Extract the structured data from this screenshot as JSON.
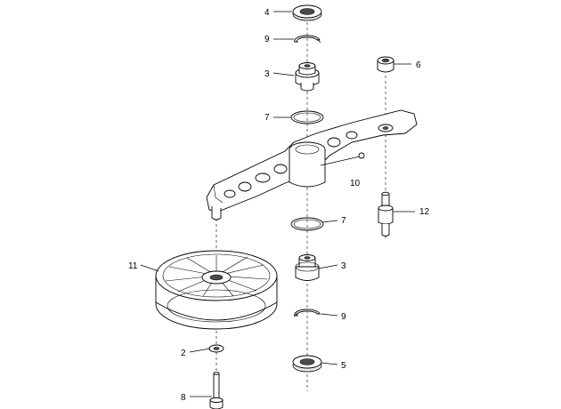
{
  "callouts": {
    "c4": "4",
    "c9_top": "9",
    "c3_top": "3",
    "c6": "6",
    "c7_top": "7",
    "c10": "10",
    "c12": "12",
    "c7_bottom": "7",
    "c11": "11",
    "c3_bottom": "3",
    "c9_bottom": "9",
    "c2": "2",
    "c5": "5",
    "c8": "8"
  }
}
